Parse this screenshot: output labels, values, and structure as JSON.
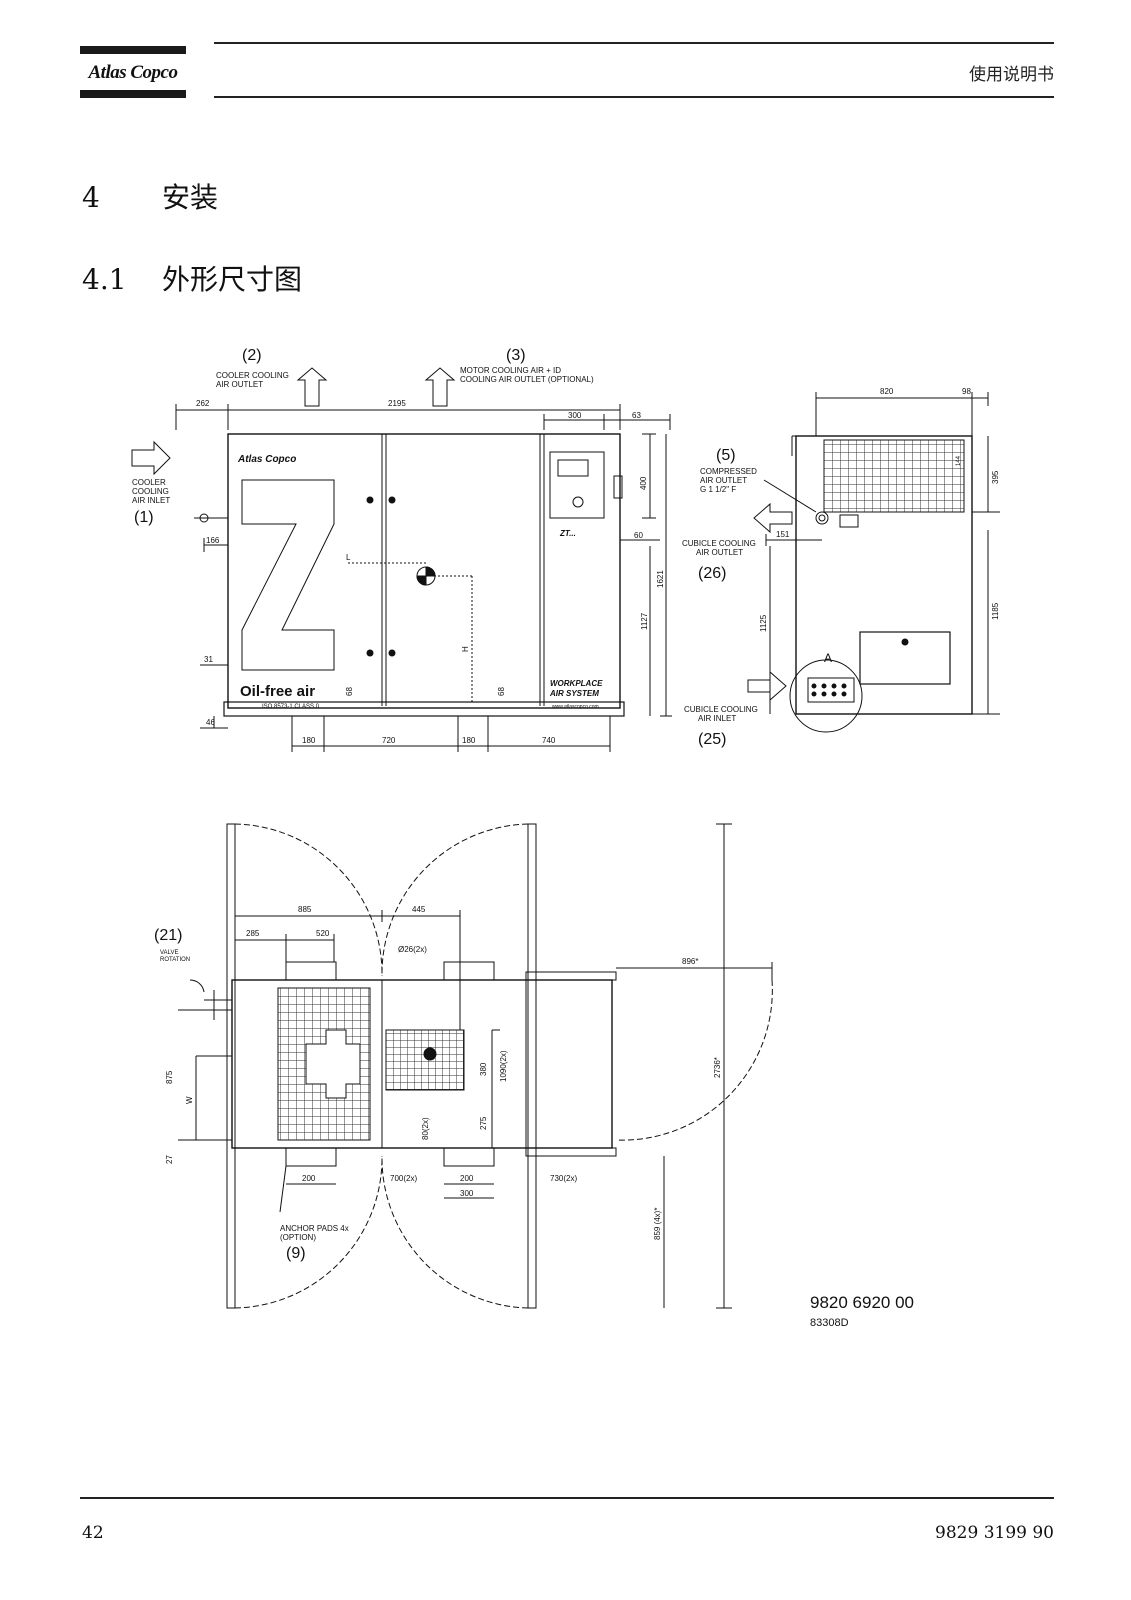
{
  "header": {
    "brand": "Atlas Copco",
    "doc_title": "使用说明书"
  },
  "section": {
    "number": "4",
    "title": "安装"
  },
  "subsection": {
    "number": "4.1",
    "title": "外形尺寸图"
  },
  "figure": {
    "callouts": {
      "c2": "(2)",
      "c2_text1": "COOLER COOLING",
      "c2_text2": "AIR OUTLET",
      "c3": "(3)",
      "c3_text1": "MOTOR COOLING AIR + ID",
      "c3_text2": "COOLING AIR OUTLET (OPTIONAL)",
      "c1": "(1)",
      "c1_text1": "COOLER",
      "c1_text2": "COOLING",
      "c1_text3": "AIR INLET",
      "c5": "(5)",
      "c5_text1": "COMPRESSED",
      "c5_text2": "AIR OUTLET",
      "c5_text3": "G 1 1/2\" F",
      "c26": "(26)",
      "c26_text1": "CUBICLE COOLING",
      "c26_text2": "AIR OUTLET",
      "c25": "(25)",
      "c25_text1": "CUBICLE COOLING",
      "c25_text2": "AIR INLET",
      "c21": "(21)",
      "c21_text1": "VALVE",
      "c21_text2": "ROTATION",
      "c9": "(9)",
      "c9_text1": "ANCHOR PADS 4x",
      "c9_text2": "(OPTION)",
      "detail_a": "A"
    },
    "unit_labels": {
      "brand": "Atlas Copco",
      "model": "ZT...",
      "oilfree": "Oil-free air",
      "iso": "ISO 8573-1 CLASS 0",
      "workplace1": "WORKPLACE",
      "workplace2": "AIR SYSTEM",
      "web": "www.atlascopco.com"
    },
    "dims_front": {
      "d262": "262",
      "d2195": "2195",
      "d300": "300",
      "d63": "63",
      "d400": "400",
      "d60": "60",
      "d166": "166",
      "d1621": "1621",
      "d1127": "1127",
      "d31": "31",
      "d46": "46",
      "d68a": "68",
      "d68b": "68",
      "d180a": "180",
      "d720": "720",
      "d180b": "180",
      "d740": "740",
      "L": "L",
      "H": "H"
    },
    "dims_side": {
      "d820": "820",
      "d98": "98",
      "d395": "395",
      "d151": "151",
      "d1125": "1125",
      "d1185": "1185",
      "d144": "144"
    },
    "dims_top": {
      "d885": "885",
      "d445": "445",
      "d285": "285",
      "d520": "520",
      "d26": "Ø26(2x)",
      "d896": "896*",
      "d875": "875",
      "W": "W",
      "d27": "27",
      "d380": "380",
      "d1090": "1090(2x)",
      "d275": "275",
      "d80": "80(2x)",
      "d2736": "2736*",
      "d200a": "200",
      "d700": "700(2x)",
      "d200b": "200",
      "d300": "300",
      "d730": "730(2x)",
      "d859": "859 (4x)*"
    },
    "drawing_number": "9820 6920 00",
    "drawing_ref": "83308D"
  },
  "footer": {
    "page": "42",
    "doc_number": "9829 3199 90"
  }
}
